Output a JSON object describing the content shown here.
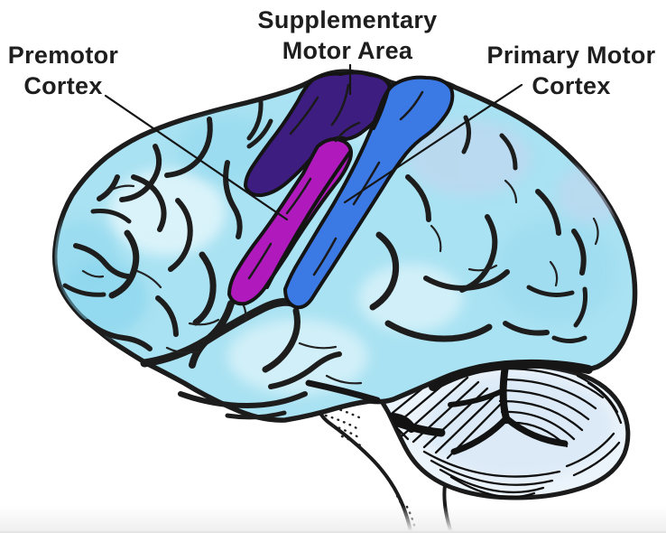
{
  "diagram": {
    "type": "brain-lateral-view-motor-areas",
    "labels": {
      "premotor": {
        "text": "Premotor Cortex",
        "lines": [
          "Premotor",
          "Cortex"
        ]
      },
      "supplementary": {
        "text": "Supplementary Motor Area",
        "lines": [
          "Supplementary",
          "Motor Area"
        ]
      },
      "primary": {
        "text": "Primary Motor Cortex",
        "lines": [
          "Primary Motor",
          "Cortex"
        ]
      }
    },
    "regions": [
      {
        "id": "premotor-cortex",
        "label": "Premotor Cortex",
        "color": "#b01abd"
      },
      {
        "id": "supplementary-motor-area",
        "label": "Supplementary Motor Area",
        "color": "#3e1d80"
      },
      {
        "id": "primary-motor-cortex",
        "label": "Primary Motor Cortex",
        "color": "#3b79e4"
      }
    ],
    "colors": {
      "cortex": "#a9e2f2",
      "outline": "#1c1c1c",
      "cerebellum": "#ecf4fb",
      "brainstem": "#ffffff",
      "label_text": "#1e1e1e",
      "leader_line": "#151515",
      "background": "#ffffff"
    }
  }
}
